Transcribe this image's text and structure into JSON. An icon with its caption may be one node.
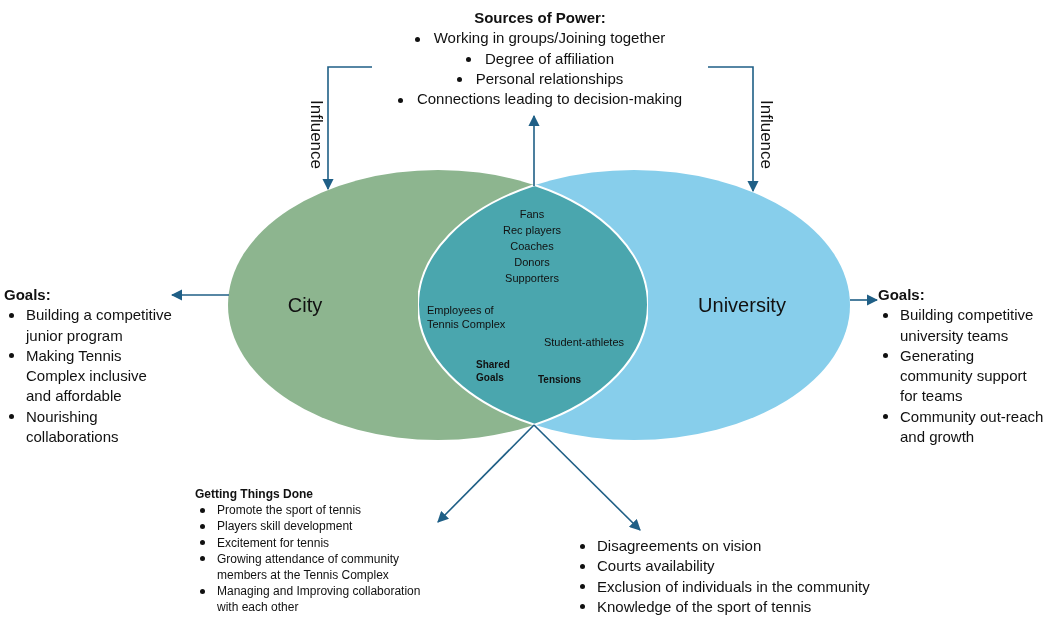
{
  "diagram": {
    "nodes": [
      {
        "text": [
          "Sources of Power:",
          "Working in groups/Joining together",
          "Degree of affiliation",
          "Personal relationships",
          "Connections leading to decision-making"
        ]
      },
      {
        "text": [
          "City"
        ]
      },
      {
        "text": [
          "University"
        ]
      },
      {
        "text": [
          "Fans",
          "Rec players",
          "Coaches",
          "Donors",
          "Supporters",
          "Employees of Tennis Complex",
          "Student-athletes",
          "Shared Goals",
          "Tensions"
        ]
      },
      {
        "text": [
          "Goals:",
          "Building a competitive junior program",
          "Making Tennis Complex inclusive and affordable",
          "Nourishing collaborations"
        ]
      },
      {
        "text": [
          "Goals:",
          "Building competitive university teams",
          "Generating community support for teams",
          "Community out-reach and growth"
        ]
      },
      {
        "text": [
          "Getting Things Done",
          "Promote the sport of tennis",
          "Players skill development",
          "Excitement for tennis",
          "Growing attendance of community members at the Tennis Complex",
          "Managing and Improving collaboration with each other"
        ]
      },
      {
        "text": [
          "Disagreements on vision",
          "Courts availability",
          "Exclusion of individuals in the community",
          "Knowledge of the sport of tennis"
        ]
      }
    ],
    "edges": [
      {
        "from": 0,
        "to": 1,
        "arrow": "to",
        "label": "Influence"
      },
      {
        "from": 0,
        "to": 2,
        "arrow": "to",
        "label": "Influence"
      },
      {
        "from": 3,
        "to": 0,
        "arrow": "to"
      },
      {
        "from": 1,
        "to": 4,
        "arrow": "to"
      },
      {
        "from": 2,
        "to": 5,
        "arrow": "to"
      },
      {
        "from": 3,
        "to": 6,
        "arrow": "to"
      },
      {
        "from": 3,
        "to": 7,
        "arrow": "to"
      }
    ]
  }
}
